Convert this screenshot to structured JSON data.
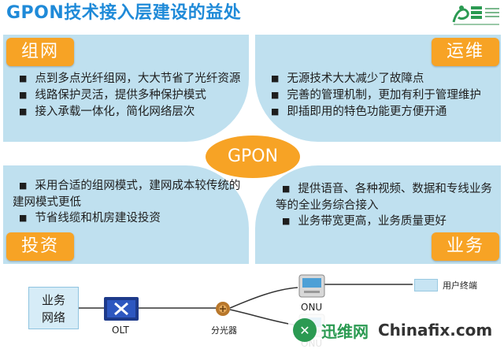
{
  "slide": {
    "title": "GPON技术接入层建设的益处",
    "logo_icon": "expo-2010-logo-icon"
  },
  "center": {
    "label": "GPON",
    "color": "#f7a325"
  },
  "quadrants": {
    "top_left": {
      "heading": "组网",
      "items": [
        "点到多点光纤组网，大大节省了光纤资源",
        "线路保护灵活，提供多种保护模式",
        "接入承载一体化，简化网络层次"
      ]
    },
    "top_right": {
      "heading": "运维",
      "items": [
        "无源技术大大减少了故障点",
        "完善的管理机制，更加有利于管理维护",
        "即插即用的特色功能更方便开通"
      ]
    },
    "bottom_left": {
      "heading": "投资",
      "items": [
        "采用合适的组网模式，建网成本较传统的建网模式更低",
        "节省线缆和机房建设投资"
      ]
    },
    "bottom_right": {
      "heading": "业务",
      "items": [
        "提供语音、各种视频、数据和专线业务等的全业务综合接入",
        "业务带宽更高，业务质量更好"
      ]
    }
  },
  "diagram": {
    "network_label": "业务\n网络",
    "olt_label": "OLT",
    "splitter_label": "分光器",
    "onu_label": "ONU",
    "user_terminal_label": "用户终端"
  },
  "watermark": {
    "icon": "xunwei-logo-icon",
    "cn_text": "迅维网",
    "en_text": "Chinafix.com"
  },
  "colors": {
    "title": "#1f8ad8",
    "panel": "#bfe0ef",
    "accent": "#f7a325"
  }
}
